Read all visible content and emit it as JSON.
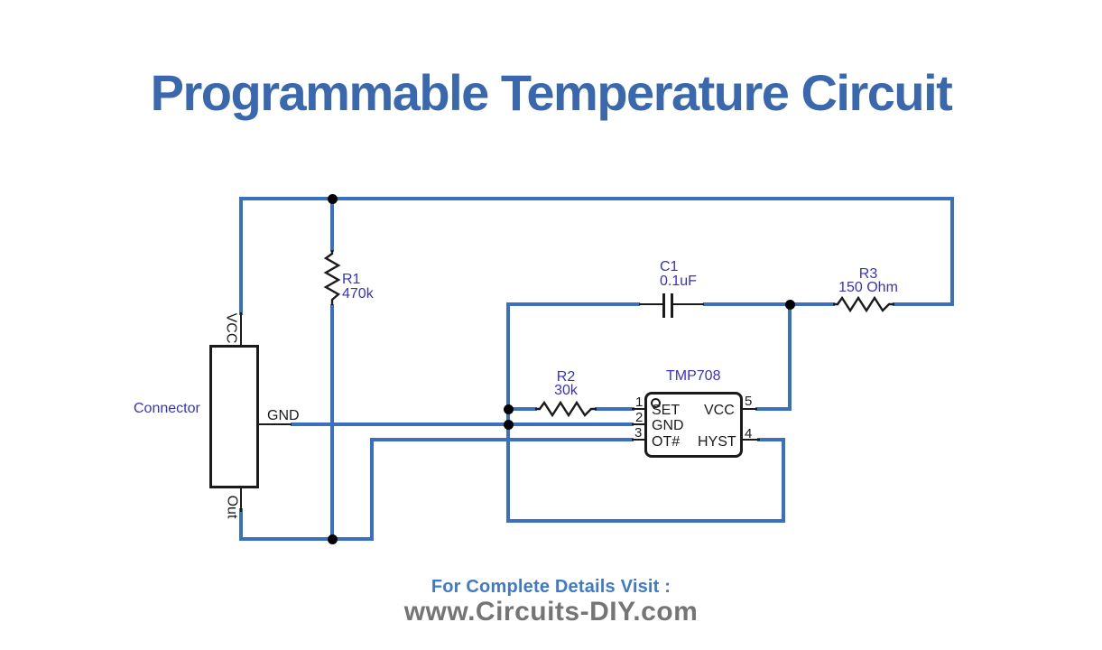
{
  "title": "Programmable Temperature Circuit",
  "colors": {
    "wire_blue": "#3b70c1",
    "label_indigo": "#3633c4",
    "ink": "#1b1b1b",
    "title_blue": "#3a68ae",
    "footer_blue": "#3e79ca",
    "footer_gray": "#757575"
  },
  "connector": {
    "label": "Connector",
    "pin_vcc": "VCC",
    "pin_gnd": "GND",
    "pin_out": "Out"
  },
  "parts": {
    "r1": {
      "ref": "R1",
      "value": "470k"
    },
    "r2": {
      "ref": "R2",
      "value": "30k"
    },
    "r3": {
      "ref": "R3",
      "value": "150 Ohm"
    },
    "c1": {
      "ref": "C1",
      "value": "0.1uF"
    }
  },
  "ic": {
    "name": "TMP708",
    "left_pins": [
      {
        "num": "1",
        "label": "SET"
      },
      {
        "num": "2",
        "label": "GND"
      },
      {
        "num": "3",
        "label": "OT#"
      }
    ],
    "right_pins": [
      {
        "num": "5",
        "label": "VCC"
      },
      {
        "num": "4",
        "label": "HYST"
      }
    ]
  },
  "footer": {
    "visit": "For Complete Details Visit :",
    "site": "www.Circuits-DIY.com"
  }
}
